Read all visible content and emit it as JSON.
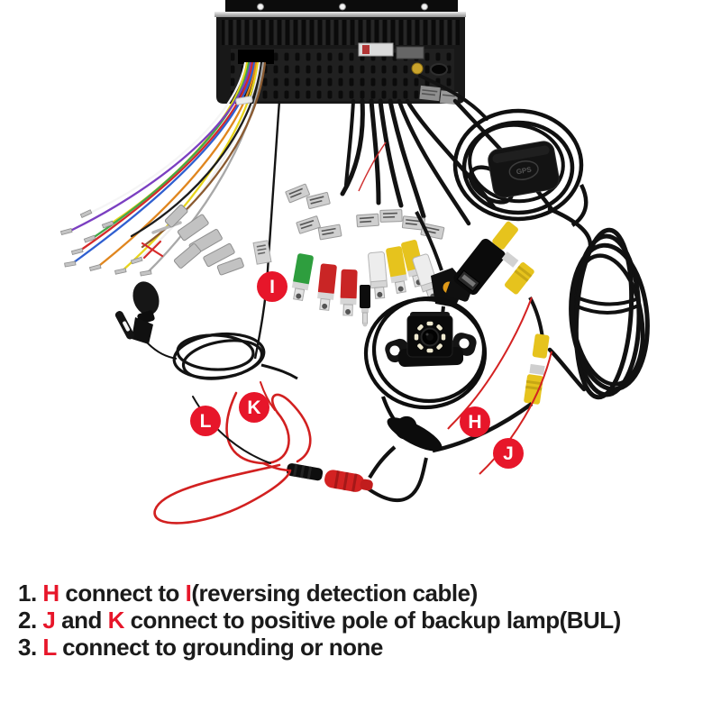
{
  "title": "Car head unit wiring kit with backup camera connection guide",
  "markers": {
    "i": "I",
    "l": "L",
    "k": "K",
    "h": "H",
    "j": "J"
  },
  "gps_antenna_label": "GPS",
  "instructions": {
    "line1": {
      "num": "1. ",
      "red1": "H",
      "text1": " connect to ",
      "red2": "I",
      "text2": "(reversing detection cable)"
    },
    "line2": {
      "num": "2. ",
      "red1": "J",
      "text1": " and ",
      "red2": "K",
      "text2": " connect to positive pole of backup lamp(BUL)"
    },
    "line3": {
      "num": "3. ",
      "red1": "L",
      "text1": " connect to grounding or none"
    }
  },
  "colors": {
    "marker_red": "#e7162a",
    "instruction_text": "#1b1b1b",
    "background": "#ffffff",
    "rca_yellow": "#e6c31d",
    "rca_green": "#2e9e3e",
    "rca_red": "#c92525",
    "power_wire_red": "#d32222"
  },
  "components": {
    "head_unit": "car stereo head unit (rear view)",
    "main_harness": "main wiring harness with bare-wire terminals",
    "microphone": "clip-on external microphone with coiled cable",
    "rca_outputs": "AV RCA output cables with labeled tags",
    "gps_antenna": "GPS antenna with coiled cable",
    "usb_cable": "USB connector cable",
    "backup_camera": "8-LED backup camera with bracket",
    "camera_cable_coil": "coiled camera extension cable",
    "video_rca_joint": "yellow RCA video connectors",
    "reversing_detection_wire": "reversing detection cable (I)",
    "power_connector": "red DC power barrel connector",
    "power_wires": "red and black power leads (J, K, L)"
  }
}
